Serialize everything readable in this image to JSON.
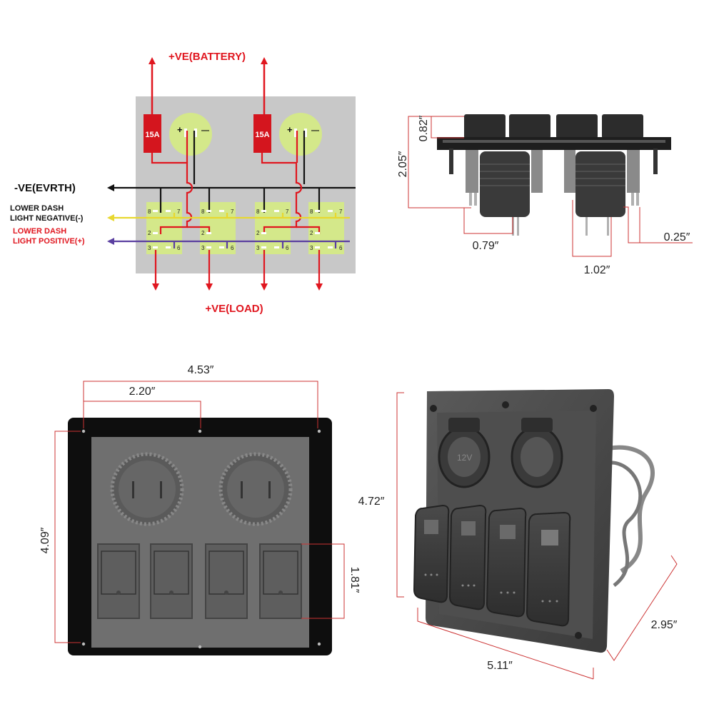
{
  "wiring": {
    "battery_label": "+VE(BATTERY)",
    "ground_label": "-VE(EVRTH)",
    "load_label": "+VE(LOAD)",
    "dash_neg_line1": "LOWER DASH",
    "dash_neg_line2": "LIGHT NEGATIVE(-)",
    "dash_pos_line1": "LOWER DASH",
    "dash_pos_line2": "LIGHT POSITIVE(+)",
    "fuse_label": "15A",
    "socket_plus": "+",
    "socket_minus": "—",
    "pins": {
      "p8": "8",
      "p7": "7",
      "p2": "2",
      "p3": "3",
      "p6": "6"
    },
    "colors": {
      "positive": "#e0161f",
      "negative": "#111111",
      "dash_neg": "#f0e040",
      "dash_pos": "#5a3fa0",
      "switch": "#d4e88a",
      "socket": "#d4e88a",
      "board": "#c8c8c8"
    }
  },
  "side_view": {
    "dims": {
      "height": "2.05″",
      "flange": "0.82″",
      "socket_depth": "0.79″",
      "socket_width": "1.02″",
      "terminal": "0.25″"
    }
  },
  "front_view": {
    "dims": {
      "width": "4.53″",
      "half_width": "2.20″",
      "height": "4.09″",
      "switch_height": "1.81″"
    }
  },
  "perspective_view": {
    "dims": {
      "height": "4.72″",
      "width": "5.11″",
      "depth": "2.95″"
    },
    "socket_text": "12V"
  }
}
